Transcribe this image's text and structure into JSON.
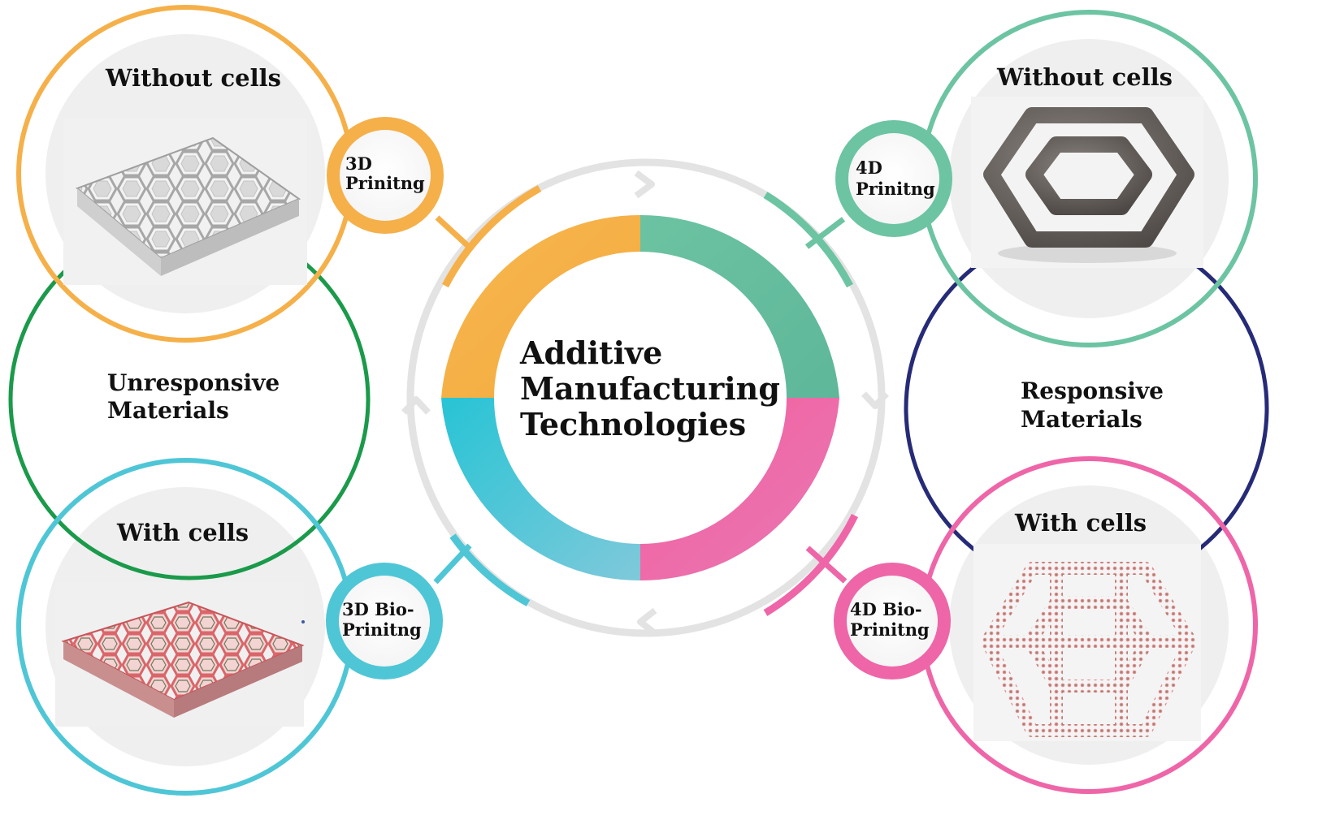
{
  "center": {
    "title_lines": [
      "Additive",
      "Manufacturing",
      "Technologies"
    ]
  },
  "left_group": {
    "label_lines": [
      "Unresponsive",
      "Materials"
    ],
    "top_panel": {
      "heading": "Without cells"
    },
    "bottom_panel": {
      "heading": "With cells"
    },
    "top_node": {
      "label_lines": [
        "3D",
        "Prinitng"
      ]
    },
    "bottom_node": {
      "label_lines": [
        "3D Bio-",
        "Prinitng"
      ]
    }
  },
  "right_group": {
    "label_lines": [
      "Responsive",
      "Materials"
    ],
    "top_panel": {
      "heading": "Without cells"
    },
    "bottom_panel": {
      "heading": "With cells"
    },
    "top_node": {
      "label_lines": [
        "4D",
        "Prinitng"
      ]
    },
    "bottom_node": {
      "label_lines": [
        "4D Bio-",
        "Prinitng"
      ]
    }
  },
  "colors": {
    "orange": "#F5B04A",
    "green_teal": "#6CC4A3",
    "cyan": "#3EC3D3",
    "pink": "#EE66A8",
    "dark_green": "#1A9A4A",
    "navy": "#262B78",
    "light_gray_ring": "#E3E3E3",
    "panel_gray": "#EFEFEF"
  },
  "icons": {
    "scaffold_plain": "hex-lattice-scaffold-icon",
    "scaffold_cells": "hex-lattice-scaffold-with-cells-icon",
    "truncated_octahedron_plain": "truncated-octahedron-lattice-icon",
    "truncated_octahedron_cells": "truncated-octahedron-lattice-with-cells-icon"
  }
}
